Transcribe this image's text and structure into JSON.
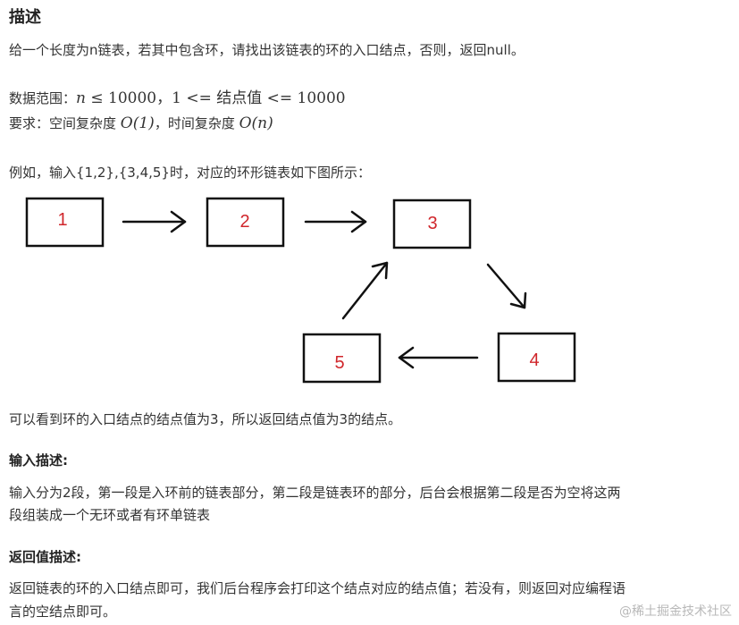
{
  "title": "描述",
  "intro": "给一个长度为n链表，若其中包含环，请找出该链表的环的入口结点，否则，返回null。",
  "range": {
    "label": "数据范围：",
    "n": "n",
    "le": " ≤ 10000，1 <= ",
    "node_value": "结点值",
    "tail": " <= 10000"
  },
  "requirement": {
    "label": "要求：空间复杂度 ",
    "space": "O(1)",
    "mid": "，时间复杂度 ",
    "time": "O(n)"
  },
  "example": "例如，输入{1,2},{3,4,5}时，对应的环形链表如下图所示：",
  "diagram": {
    "nodes": [
      "1",
      "2",
      "3",
      "4",
      "5"
    ]
  },
  "conclusion": "可以看到环的入口结点的结点值为3，所以返回结点值为3的结点。",
  "input_title": "输入描述:",
  "input_line1": "输入分为2段，第一段是入环前的链表部分，第二段是链表环的部分，后台会根据第二段是否为空将这两",
  "input_line2": "段组装成一个无环或者有环单链表",
  "return_title": "返回值描述:",
  "return_line1": "返回链表的环的入口结点即可，我们后台程序会打印这个结点对应的结点值；若没有，则返回对应编程语",
  "return_line2": "言的空结点即可。",
  "watermark": "@稀土掘金技术社区"
}
